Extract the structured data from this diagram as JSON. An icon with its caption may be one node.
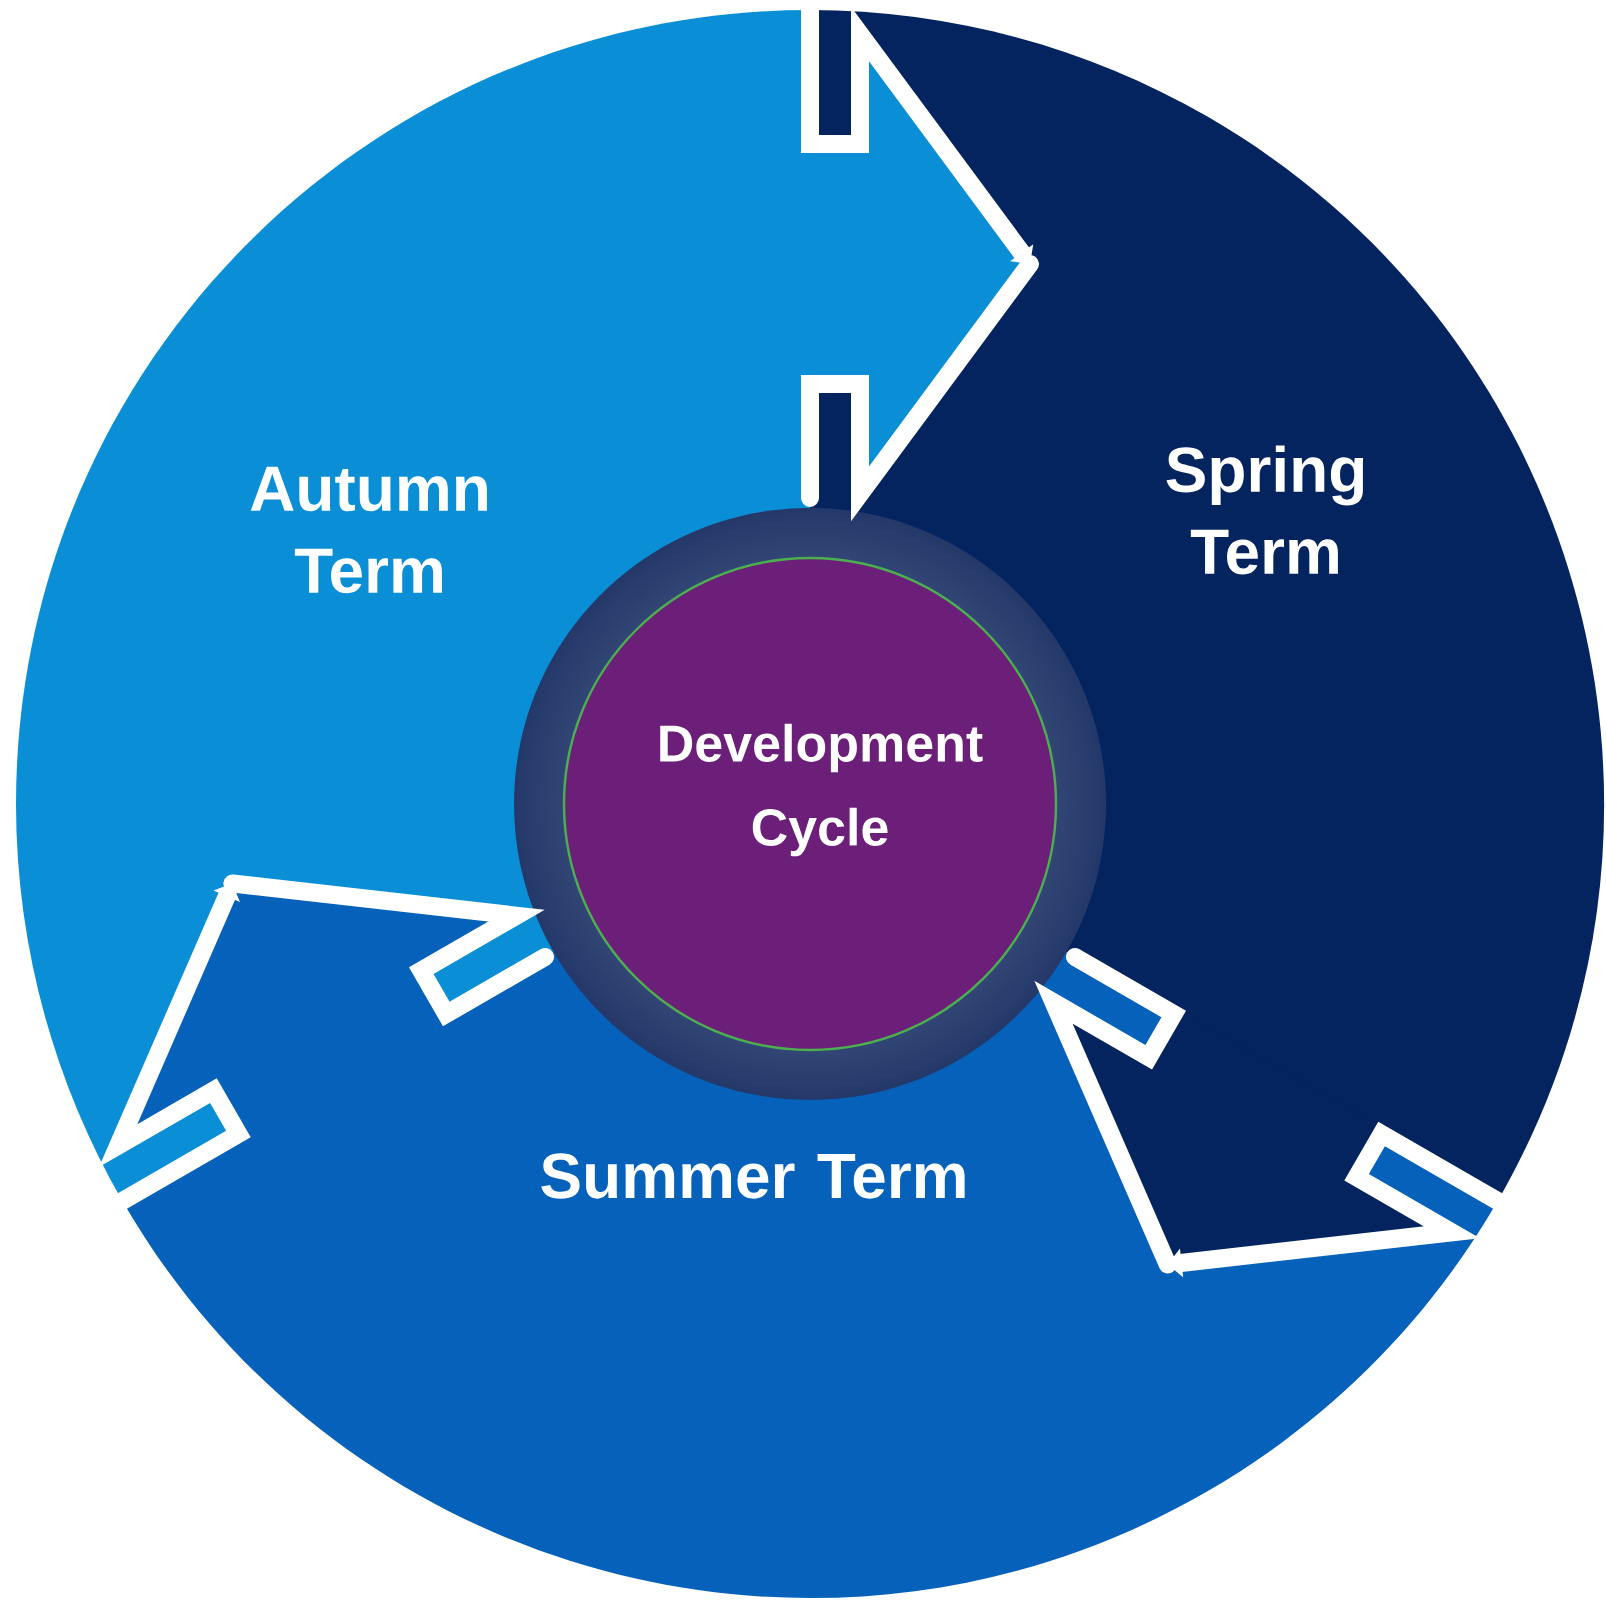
{
  "diagram": {
    "nodes": [
      {
        "text": [
          "Autumn Term"
        ]
      },
      {
        "text": [
          "Spring Term"
        ]
      },
      {
        "text": [
          "Development Cycle"
        ]
      },
      {
        "text": [
          "Summer Term"
        ]
      }
    ],
    "edges": [
      {
        "from": 0,
        "to": 1,
        "arrow": "to"
      },
      {
        "from": 1,
        "to": 3,
        "arrow": "to"
      },
      {
        "from": 3,
        "to": 0,
        "arrow": "to"
      }
    ]
  }
}
